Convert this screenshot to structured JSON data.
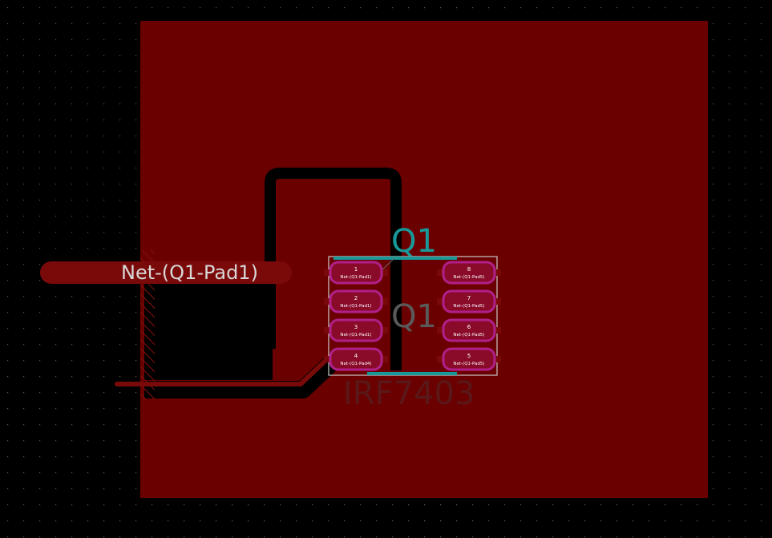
{
  "board": {
    "background_color": "#000000",
    "grid_color": "#5a5a5a",
    "copper_color": "#6b0000",
    "clearance_color": "#000000",
    "trace_color": "#7a0a0a",
    "pad_color": "#8a0a2a",
    "pad_outline_color": "#b0208a",
    "courtyard_color": "#c8c8c8",
    "silkscreen_color": "#189a9a",
    "fab_text_color": "#5a5a5a",
    "value_text_color": "#5a1818"
  },
  "net_label": "Net-(Q1-Pad1)",
  "footprint": {
    "reference": "Q1",
    "reference_fab": "Q1",
    "value": "IRF7403",
    "pads_left": [
      {
        "number": "1",
        "net": "Net-(Q1-Pad1)"
      },
      {
        "number": "2",
        "net": "Net-(Q1-Pad1)"
      },
      {
        "number": "3",
        "net": "Net-(Q1-Pad1)"
      },
      {
        "number": "4",
        "net": "Net-(Q1-Pad4)"
      }
    ],
    "pads_right": [
      {
        "number": "8",
        "net": "Net-(Q1-Pad5)"
      },
      {
        "number": "7",
        "net": "Net-(Q1-Pad5)"
      },
      {
        "number": "6",
        "net": "Net-(Q1-Pad5)"
      },
      {
        "number": "5",
        "net": "Net-(Q1-Pad5)"
      }
    ]
  }
}
